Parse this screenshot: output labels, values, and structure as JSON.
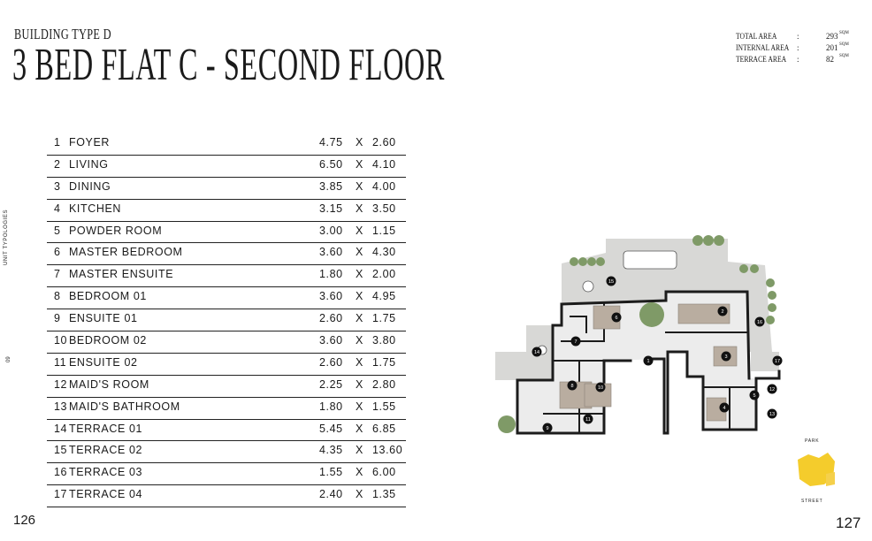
{
  "header": {
    "subtitle": "BUILDING TYPE D",
    "title": "3 BED FLAT C - SECOND FLOOR"
  },
  "areas": [
    {
      "label": "TOTAL AREA",
      "colon": ":",
      "value": "293",
      "unit": "SQM"
    },
    {
      "label": "INTERNAL AREA",
      "colon": ":",
      "value": "201",
      "unit": "SQM"
    },
    {
      "label": "TERRACE AREA",
      "colon": ":",
      "value": "82",
      "unit": "SQM"
    }
  ],
  "rooms": [
    {
      "num": "1",
      "name": "FOYER",
      "w": "4.75",
      "x": "X",
      "h": "2.60"
    },
    {
      "num": "2",
      "name": "LIVING",
      "w": "6.50",
      "x": "X",
      "h": "4.10"
    },
    {
      "num": "3",
      "name": "DINING",
      "w": "3.85",
      "x": "X",
      "h": "4.00"
    },
    {
      "num": "4",
      "name": "KITCHEN",
      "w": "3.15",
      "x": "X",
      "h": "3.50"
    },
    {
      "num": "5",
      "name": "POWDER ROOM",
      "w": "3.00",
      "x": "X",
      "h": "1.15"
    },
    {
      "num": "6",
      "name": "MASTER BEDROOM",
      "w": "3.60",
      "x": "X",
      "h": "4.30"
    },
    {
      "num": "7",
      "name": "MASTER ENSUITE",
      "w": "1.80",
      "x": "X",
      "h": "2.00"
    },
    {
      "num": "8",
      "name": "BEDROOM 01",
      "w": "3.60",
      "x": "X",
      "h": "4.95"
    },
    {
      "num": "9",
      "name": "ENSUITE 01",
      "w": "2.60",
      "x": "X",
      "h": "1.75"
    },
    {
      "num": "10",
      "name": "BEDROOM 02",
      "w": "3.60",
      "x": "X",
      "h": "3.80"
    },
    {
      "num": "11",
      "name": "ENSUITE 02",
      "w": "2.60",
      "x": "X",
      "h": "1.75"
    },
    {
      "num": "12",
      "name": "MAID'S ROOM",
      "w": "2.25",
      "x": "X",
      "h": "2.80"
    },
    {
      "num": "13",
      "name": "MAID'S BATHROOM",
      "w": "1.80",
      "x": "X",
      "h": "1.55"
    },
    {
      "num": "14",
      "name": "TERRACE 01",
      "w": "5.45",
      "x": "X",
      "h": "6.85"
    },
    {
      "num": "15",
      "name": "TERRACE 02",
      "w": "4.35",
      "x": "X",
      "h": "13.60"
    },
    {
      "num": "16",
      "name": "TERRACE 03",
      "w": "1.55",
      "x": "X",
      "h": "6.00"
    },
    {
      "num": "17",
      "name": "TERRACE 04",
      "w": "2.40",
      "x": "X",
      "h": "1.35"
    }
  ],
  "side": {
    "label": "UNIT TYPOLOGIES",
    "num": "09"
  },
  "pages": {
    "left": "126",
    "right": "127"
  },
  "keymap": {
    "top": "PARK",
    "bottom": "STREET"
  },
  "plan_markers": [
    "1",
    "2",
    "3",
    "4",
    "5",
    "6",
    "7",
    "8",
    "9",
    "10",
    "11",
    "12",
    "13",
    "14",
    "15",
    "16",
    "17"
  ],
  "colors": {
    "wall": "#1c1c1c",
    "floor": "#ececec",
    "terrace": "#d8d8d6",
    "furniture": "#b9ada0",
    "plant": "#7f9a67",
    "keymap_building": "#f4cc2c"
  }
}
